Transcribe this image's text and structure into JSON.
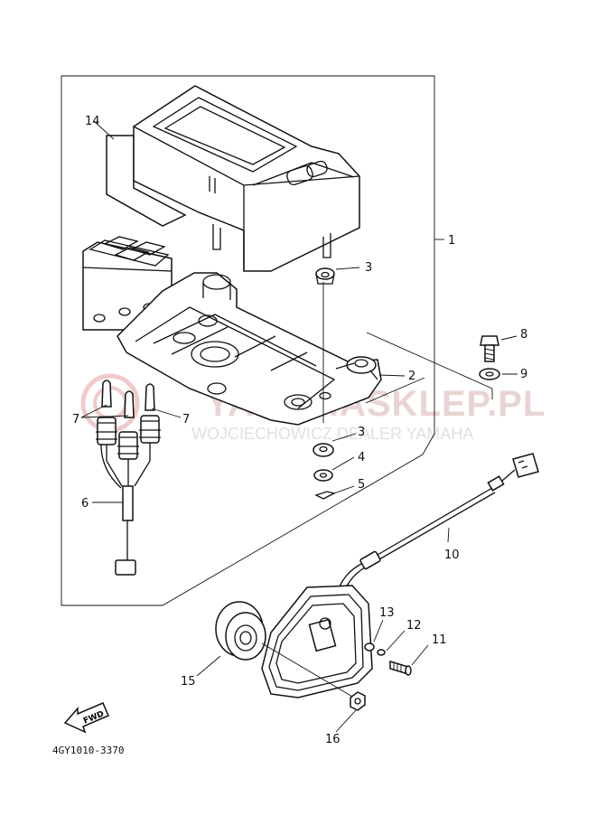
{
  "diagram": {
    "part_code": "4GY1010-3370",
    "fwd_label": "FWD",
    "watermark": {
      "main": "YAMAHASKLEP.PL",
      "sub": "WOJCIECHOWICZ DEALER YAMAHA"
    },
    "callouts": [
      {
        "id": "c1",
        "label": "1"
      },
      {
        "id": "c2",
        "label": "2"
      },
      {
        "id": "c3a",
        "label": "3"
      },
      {
        "id": "c3b",
        "label": "3"
      },
      {
        "id": "c4",
        "label": "4"
      },
      {
        "id": "c5",
        "label": "5"
      },
      {
        "id": "c6",
        "label": "6"
      },
      {
        "id": "c7a",
        "label": "7"
      },
      {
        "id": "c7b",
        "label": "7"
      },
      {
        "id": "c8",
        "label": "8"
      },
      {
        "id": "c9",
        "label": "9"
      },
      {
        "id": "c10",
        "label": "10"
      },
      {
        "id": "c11",
        "label": "11"
      },
      {
        "id": "c12",
        "label": "12"
      },
      {
        "id": "c13",
        "label": "13"
      },
      {
        "id": "c14",
        "label": "14"
      },
      {
        "id": "c15",
        "label": "15"
      },
      {
        "id": "c16",
        "label": "16"
      }
    ],
    "colors": {
      "line": "#111111",
      "watermark": "#e9d4d4"
    }
  }
}
